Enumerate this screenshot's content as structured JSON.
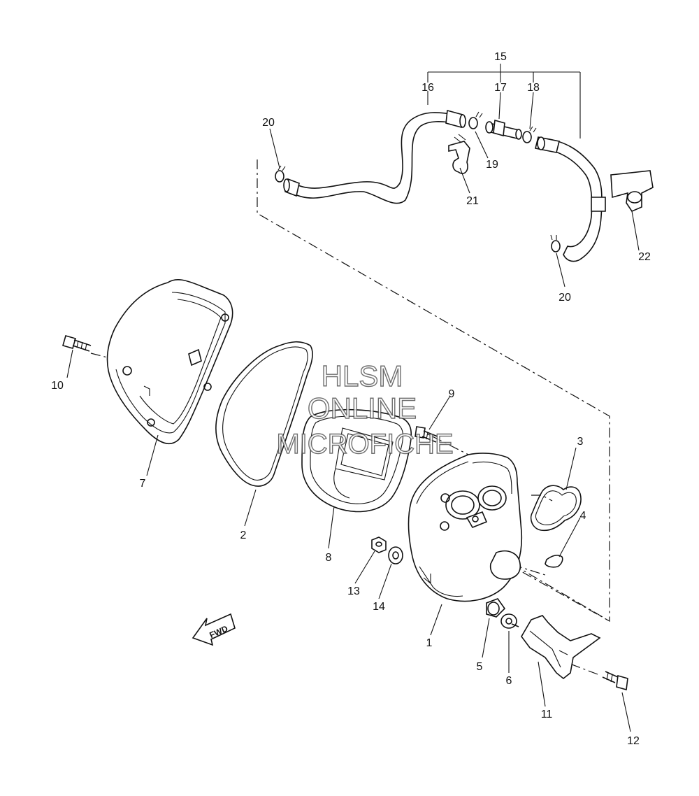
{
  "watermark": {
    "line1": "HLSM",
    "line2": "ONLINE",
    "line3": "MICROFICHE"
  },
  "direction_marker": "FWD",
  "callouts": {
    "c1": "1",
    "c2": "2",
    "c3": "3",
    "c4": "4",
    "c5": "5",
    "c6": "6",
    "c7": "7",
    "c8": "8",
    "c9": "9",
    "c10": "10",
    "c11": "11",
    "c12": "12",
    "c13": "13",
    "c14": "14",
    "c15": "15",
    "c16": "16",
    "c17": "17",
    "c18": "18",
    "c19": "19",
    "c20a": "20",
    "c20b": "20",
    "c21": "21",
    "c22": "22"
  }
}
